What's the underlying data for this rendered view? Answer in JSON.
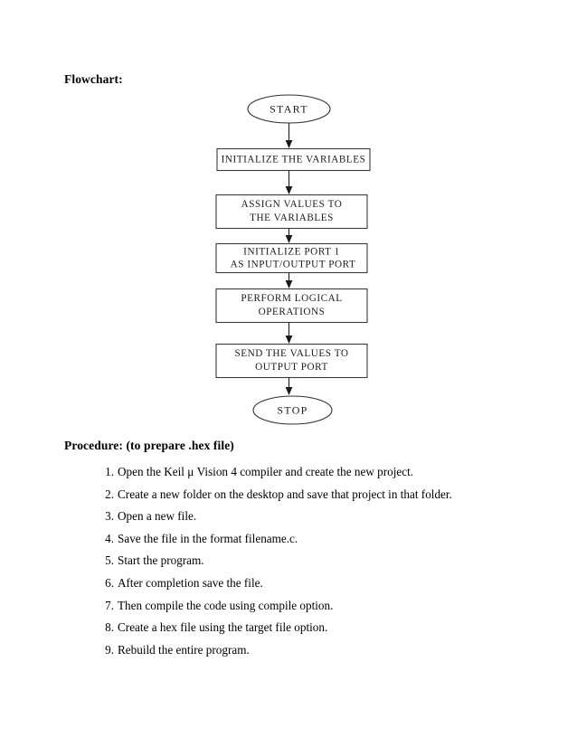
{
  "page": {
    "flowchart_heading": "Flowchart:",
    "procedure_heading": "Procedure: (to prepare .hex file)"
  },
  "flowchart": {
    "nodes": [
      {
        "id": "start",
        "shape": "ellipse",
        "lines": [
          "START"
        ]
      },
      {
        "id": "init-vars",
        "shape": "rectangle",
        "lines": [
          "INITIALIZE THE VARIABLES"
        ]
      },
      {
        "id": "assign-vals",
        "shape": "rectangle",
        "lines": [
          "ASSIGN VALUES TO",
          "THE VARIABLES"
        ]
      },
      {
        "id": "init-port",
        "shape": "rectangle",
        "lines": [
          "INITIALIZE PORT 1",
          "AS INPUT/OUTPUT PORT"
        ]
      },
      {
        "id": "perform-ops",
        "shape": "rectangle",
        "lines": [
          "PERFORM LOGICAL",
          "OPERATIONS"
        ]
      },
      {
        "id": "send-values",
        "shape": "rectangle",
        "lines": [
          "SEND THE VALUES TO",
          "OUTPUT PORT"
        ]
      },
      {
        "id": "stop",
        "shape": "ellipse",
        "lines": [
          "STOP"
        ]
      }
    ]
  },
  "procedure": {
    "items": [
      {
        "num": "1.",
        "text": "Open the Keil μ Vision 4 compiler and create the new project."
      },
      {
        "num": "2.",
        "text": "Create a new folder on the desktop and save that project in that folder."
      },
      {
        "num": "3.",
        "text": "Open a new file."
      },
      {
        "num": "4.",
        "text": "Save the file in the format filename.c."
      },
      {
        "num": "5.",
        "text": "Start the program."
      },
      {
        "num": "6.",
        "text": "After completion save the file."
      },
      {
        "num": "7.",
        "text": "Then compile the code using compile option."
      },
      {
        "num": "8.",
        "text": "Create a hex file using the target file option."
      },
      {
        "num": "9.",
        "text": "Rebuild the entire program."
      }
    ]
  },
  "colors": {
    "page_background": "#ffffff",
    "text": "#000000",
    "box_stroke": "#3a3a3a",
    "connector": "#1a1a1a"
  }
}
